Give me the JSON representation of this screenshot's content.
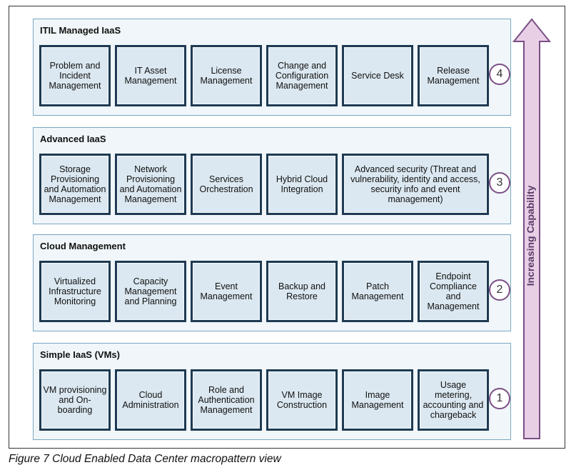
{
  "layers": [
    {
      "title": "ITIL Managed IaaS",
      "number": "4",
      "boxes": [
        "Problem and Incident Management",
        "IT Asset Management",
        "License Management",
        "Change and Configuration Management",
        "Service Desk",
        "Release Management"
      ]
    },
    {
      "title": "Advanced IaaS",
      "number": "3",
      "boxes": [
        "Storage Provisioning and Automation Management",
        "Network Provisioning and Automation Management",
        "Services Orchestration",
        "Hybrid Cloud Integration",
        "Advanced security (Threat and vulnerability, identity and access, security info and event management)"
      ]
    },
    {
      "title": "Cloud Management",
      "number": "2",
      "boxes": [
        "Virtualized Infrastructure Monitoring",
        "Capacity Management and Planning",
        "Event Management",
        "Backup and Restore",
        "Patch Management",
        "Endpoint Compliance and Management"
      ]
    },
    {
      "title": "Simple IaaS (VMs)",
      "number": "1",
      "boxes": [
        "VM provisioning and On-boarding",
        "Cloud Administration",
        "Role and Authentication Management",
        "VM Image Construction",
        "Image Management",
        "Usage metering, accounting and chargeback"
      ]
    }
  ],
  "arrow": {
    "label": "Increasing Capability",
    "fill": "#e8cfe6",
    "stroke": "#7b4f86"
  },
  "caption": "Figure 7   Cloud Enabled Data Center macropattern view"
}
